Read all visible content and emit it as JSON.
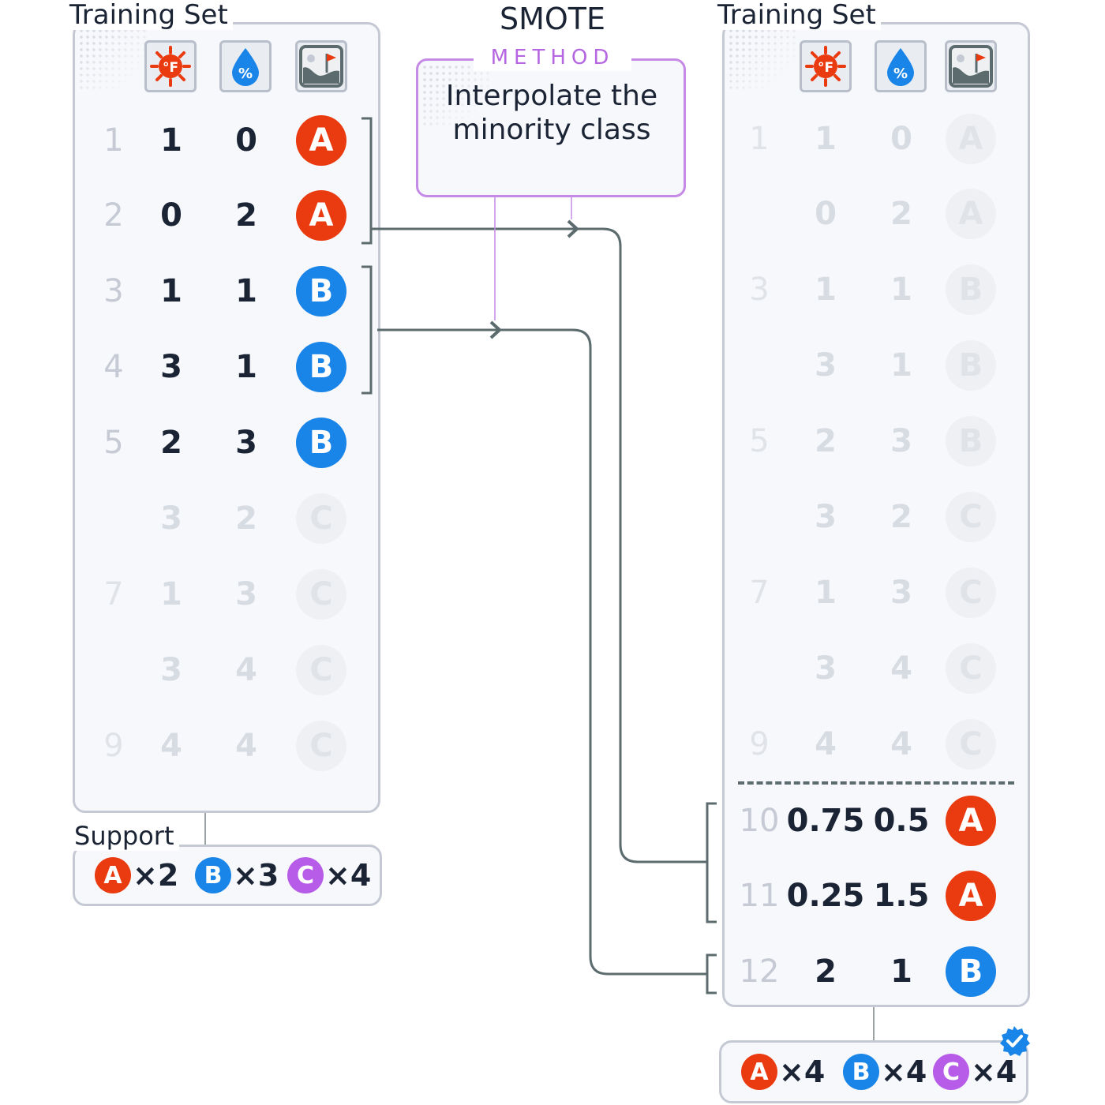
{
  "smote_title": "SMOTE",
  "method": {
    "label": "METHOD",
    "description": "Interpolate the minority class"
  },
  "left_panel": {
    "title": "Training Set",
    "column_icons": [
      "temperature-icon",
      "humidity-icon",
      "golf-icon"
    ],
    "rows": [
      {
        "num": "1",
        "v1": "1",
        "v2": "0",
        "cls": "A",
        "faded": false
      },
      {
        "num": "2",
        "v1": "0",
        "v2": "2",
        "cls": "A",
        "faded": false
      },
      {
        "num": "3",
        "v1": "1",
        "v2": "1",
        "cls": "B",
        "faded": false
      },
      {
        "num": "4",
        "v1": "3",
        "v2": "1",
        "cls": "B",
        "faded": false
      },
      {
        "num": "5",
        "v1": "2",
        "v2": "3",
        "cls": "B",
        "faded": false
      },
      {
        "num": "",
        "v1": "3",
        "v2": "2",
        "cls": "C",
        "faded": true
      },
      {
        "num": "7",
        "v1": "1",
        "v2": "3",
        "cls": "C",
        "faded": true
      },
      {
        "num": "",
        "v1": "3",
        "v2": "4",
        "cls": "C",
        "faded": true
      },
      {
        "num": "9",
        "v1": "4",
        "v2": "4",
        "cls": "C",
        "faded": true
      }
    ]
  },
  "left_support": {
    "label": "Support",
    "items": [
      {
        "cls": "A",
        "count": "×2"
      },
      {
        "cls": "B",
        "count": "×3"
      },
      {
        "cls": "C",
        "count": "×4"
      }
    ]
  },
  "right_panel": {
    "title": "Training Set",
    "column_icons": [
      "temperature-icon",
      "humidity-icon",
      "golf-icon"
    ],
    "rows": [
      {
        "num": "1",
        "v1": "1",
        "v2": "0",
        "cls": "A",
        "faded": true
      },
      {
        "num": "",
        "v1": "0",
        "v2": "2",
        "cls": "A",
        "faded": true
      },
      {
        "num": "3",
        "v1": "1",
        "v2": "1",
        "cls": "B",
        "faded": true
      },
      {
        "num": "",
        "v1": "3",
        "v2": "1",
        "cls": "B",
        "faded": true
      },
      {
        "num": "5",
        "v1": "2",
        "v2": "3",
        "cls": "B",
        "faded": true
      },
      {
        "num": "",
        "v1": "3",
        "v2": "2",
        "cls": "C",
        "faded": true
      },
      {
        "num": "7",
        "v1": "1",
        "v2": "3",
        "cls": "C",
        "faded": true
      },
      {
        "num": "",
        "v1": "3",
        "v2": "4",
        "cls": "C",
        "faded": true
      },
      {
        "num": "9",
        "v1": "4",
        "v2": "4",
        "cls": "C",
        "faded": true
      },
      {
        "num": "10",
        "v1": "0.75",
        "v2": "0.5",
        "cls": "A",
        "faded": false
      },
      {
        "num": "11",
        "v1": "0.25",
        "v2": "1.5",
        "cls": "A",
        "faded": false
      },
      {
        "num": "12",
        "v1": "2",
        "v2": "1",
        "cls": "B",
        "faded": false
      }
    ]
  },
  "right_support": {
    "items": [
      {
        "cls": "A",
        "count": "×4"
      },
      {
        "cls": "B",
        "count": "×4"
      },
      {
        "cls": "C",
        "count": "×4"
      }
    ],
    "status_icon": "verified-check-icon"
  },
  "colors": {
    "A": "#ea3a0f",
    "B": "#1a85e8",
    "C": "#b65ce8",
    "connector": "#5c6c6e"
  }
}
